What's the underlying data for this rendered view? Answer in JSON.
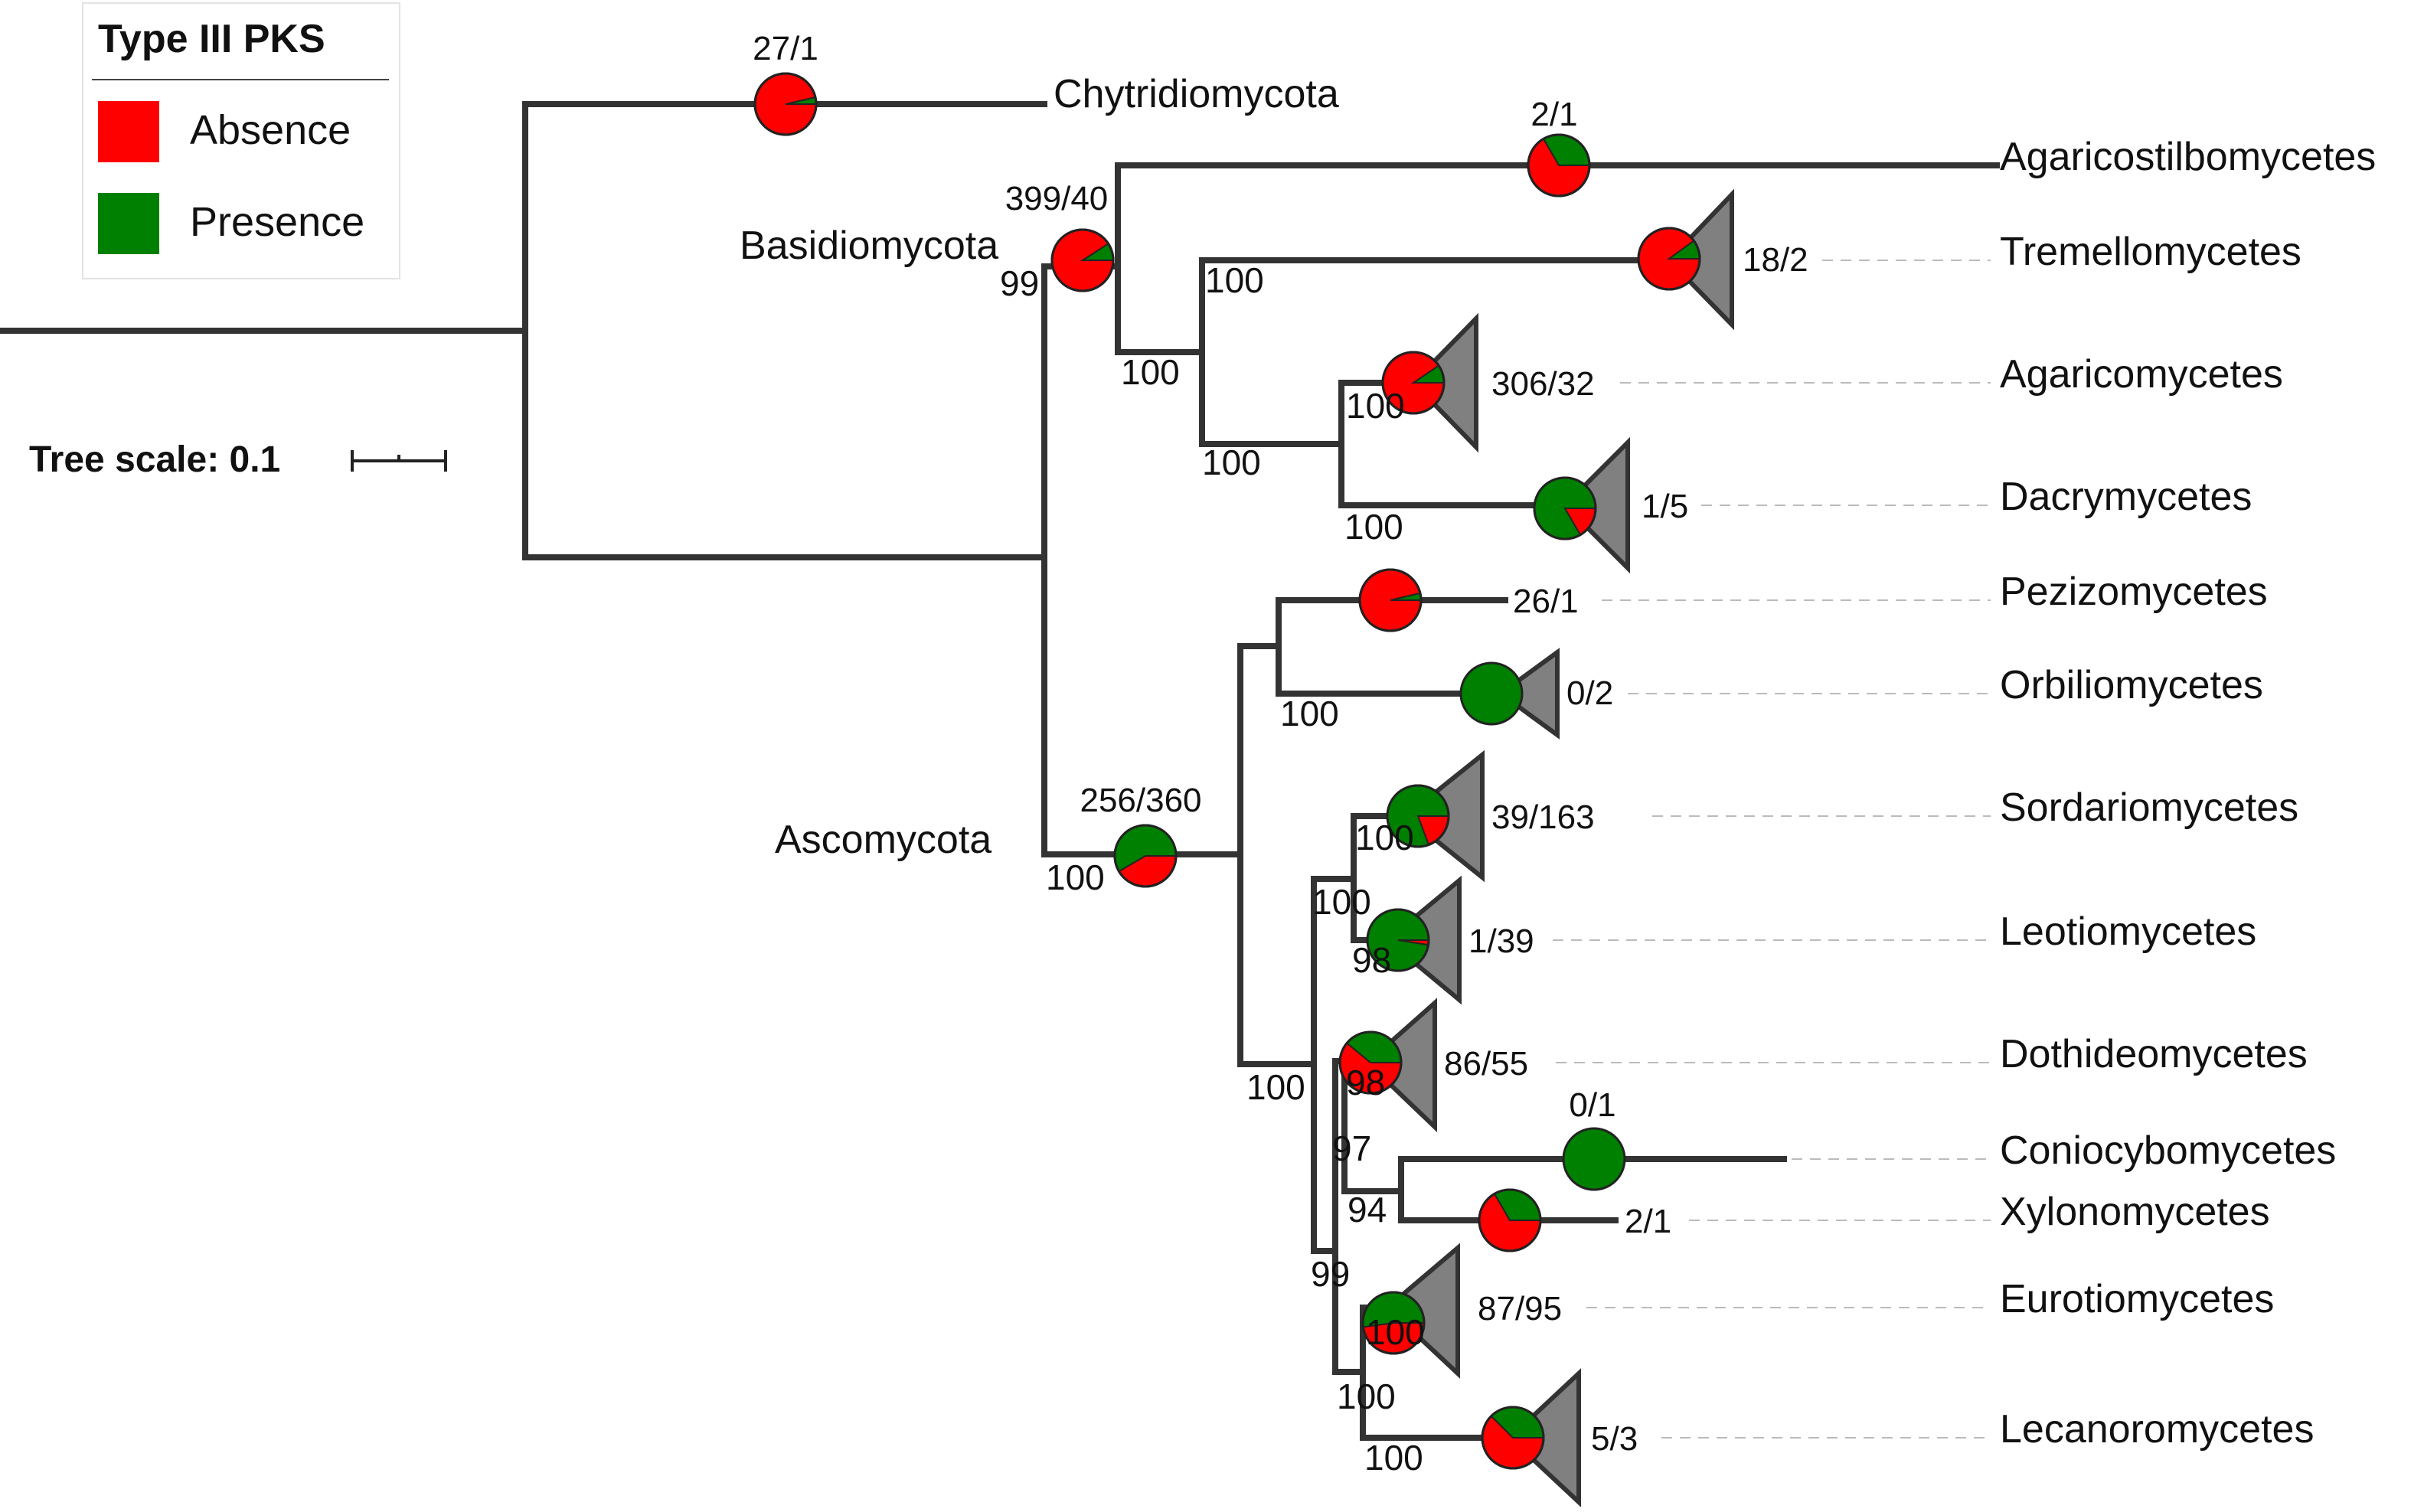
{
  "legend": {
    "title": "Type III PKS",
    "items": [
      {
        "label": "Absence",
        "color": "#ff0000"
      },
      {
        "label": "Presence",
        "color": "#008000"
      }
    ]
  },
  "tree_scale": {
    "label": "Tree scale: 0.1"
  },
  "colors": {
    "absence": "#ff0000",
    "presence": "#008000",
    "collapsed": "#808080",
    "branch": "#333333"
  },
  "clades": {
    "basidiomycota": "Basidiomycota",
    "ascomycota": "Ascomycota"
  },
  "taxa": [
    {
      "name": "Chytridiomycota",
      "counts": "27/1",
      "absence": 27,
      "presence": 1
    },
    {
      "name": "Agaricostilbomycetes",
      "counts": "2/1",
      "absence": 2,
      "presence": 1
    },
    {
      "name": "Tremellomycetes",
      "counts": "18/2",
      "absence": 18,
      "presence": 2
    },
    {
      "name": "Agaricomycetes",
      "counts": "306/32",
      "absence": 306,
      "presence": 32
    },
    {
      "name": "Dacrymycetes",
      "counts": "1/5",
      "absence": 1,
      "presence": 5
    },
    {
      "name": "Pezizomycetes",
      "counts": "26/1",
      "absence": 26,
      "presence": 1
    },
    {
      "name": "Orbiliomycetes",
      "counts": "0/2",
      "absence": 0,
      "presence": 2
    },
    {
      "name": "Sordariomycetes",
      "counts": "39/163",
      "absence": 39,
      "presence": 163
    },
    {
      "name": "Leotiomycetes",
      "counts": "1/39",
      "absence": 1,
      "presence": 39
    },
    {
      "name": "Dothideomycetes",
      "counts": "86/55",
      "absence": 86,
      "presence": 55
    },
    {
      "name": "Coniocybomycetes",
      "counts": "0/1",
      "absence": 0,
      "presence": 1
    },
    {
      "name": "Xylonomycetes",
      "counts": "2/1",
      "absence": 2,
      "presence": 1
    },
    {
      "name": "Eurotiomycetes",
      "counts": "87/95",
      "absence": 87,
      "presence": 95
    },
    {
      "name": "Lecanoromycetes",
      "counts": "5/3",
      "absence": 5,
      "presence": 3
    }
  ],
  "internal_nodes": [
    {
      "id": "basidiomycota",
      "counts": "399/40",
      "absence": 399,
      "presence": 40
    },
    {
      "id": "ascomycota",
      "counts": "256/360",
      "absence": 256,
      "presence": 360
    }
  ],
  "bootstrap": {
    "basidio": "99",
    "tremello_agarico_dacry": "100",
    "agarico_dacry": "100",
    "agaricomycetes": "100",
    "dacrymycetes": "100",
    "basidio_inner": "100",
    "ascomycota": "100",
    "pezizo_orbilio": "100",
    "sordario": "100",
    "sordario_leotio": "100",
    "leotio": "98",
    "dothideo": "98",
    "conio_xylono_outer": "97",
    "conio_xylono": "94",
    "eurotio": "100",
    "eurotio_lecanoro": "100",
    "lecanoro": "100",
    "dothideo_rest": "99",
    "leotiomyceta": "100"
  }
}
